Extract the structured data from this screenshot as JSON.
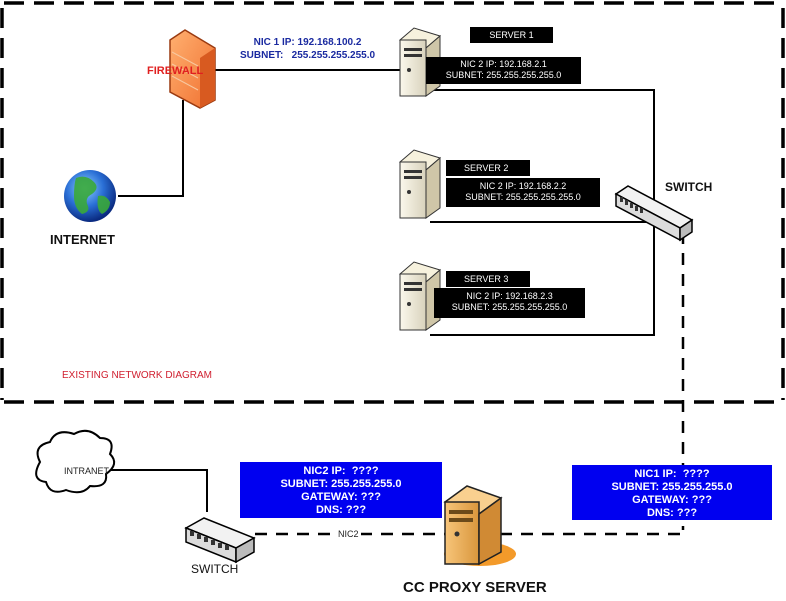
{
  "diagram": {
    "region_label": "EXISTING NETWORK DIAGRAM",
    "colors": {
      "region_label": "#d02030",
      "firewall_label": "#e02020",
      "nic1_text": "#1a2aa0",
      "info_box_blue": "#0000f0",
      "info_box_black": "#000000",
      "line": "#000000"
    },
    "nodes": {
      "internet": {
        "label": "INTERNET",
        "icon": "globe-icon"
      },
      "firewall": {
        "label": "FIREWALL",
        "icon": "firewall-icon"
      },
      "firewall_nic": {
        "line1": "NIC 1 IP: 192.168.100.2",
        "line2": "SUBNET:   255.255.255.255.0"
      },
      "servers": [
        {
          "name": "SERVER 1",
          "nic_line1": "NIC 2 IP: 192.168.2.1",
          "nic_line2": "SUBNET: 255.255.255.255.0",
          "icon": "server-icon"
        },
        {
          "name": "SERVER 2",
          "nic_line1": "NIC 2 IP: 192.168.2.2",
          "nic_line2": "SUBNET: 255.255.255.255.0",
          "icon": "server-icon"
        },
        {
          "name": "SERVER 3",
          "nic_line1": "NIC 2 IP: 192.168.2.3",
          "nic_line2": "SUBNET: 255.255.255.255.0",
          "icon": "server-icon"
        }
      ],
      "switch_top": {
        "label": "SWITCH",
        "icon": "switch-icon"
      },
      "intranet": {
        "label": "INTRANET",
        "icon": "cloud-icon"
      },
      "switch_bottom": {
        "label": "SWITCH",
        "icon": "switch-icon"
      },
      "proxy": {
        "label": "CC PROXY SERVER",
        "icon": "proxy-server-icon"
      },
      "nic2_link_label": "NIC2",
      "nic2_box": [
        "NIC2 IP:  ????",
        "SUBNET: 255.255.255.0",
        "GATEWAY: ???",
        "DNS: ???"
      ],
      "nic1_box": [
        "NIC1 IP:  ????",
        "SUBNET: 255.255.255.0",
        "GATEWAY: ???",
        "DNS: ???"
      ]
    }
  }
}
